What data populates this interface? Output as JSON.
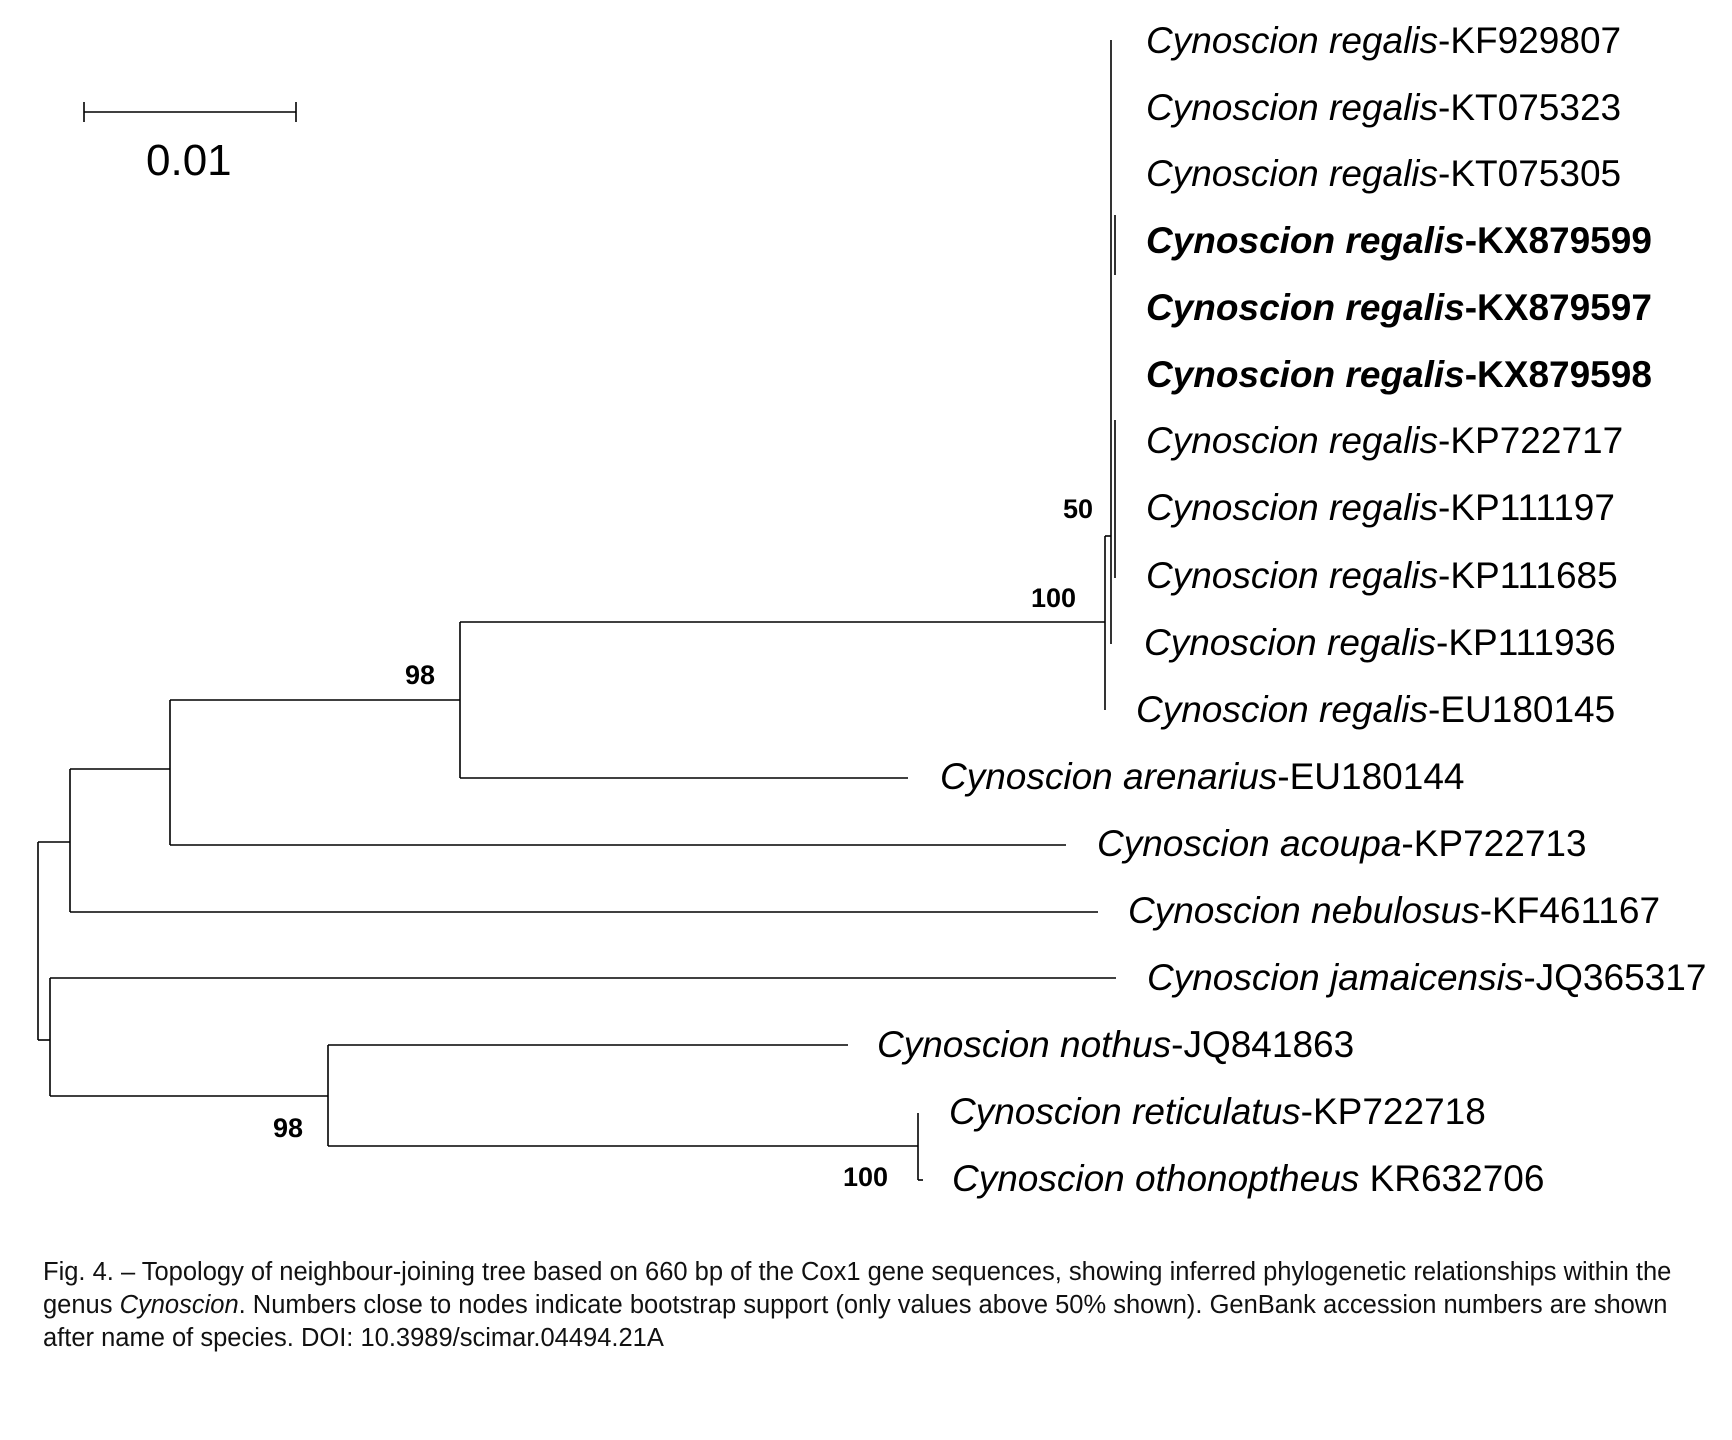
{
  "scale_bar": {
    "label": "0.01"
  },
  "taxa": [
    {
      "id": "t1",
      "species": "Cynoscion regalis",
      "sep": "-",
      "accession": "KF929807",
      "bold": false
    },
    {
      "id": "t2",
      "species": "Cynoscion regalis",
      "sep": "-",
      "accession": "KT075323",
      "bold": false
    },
    {
      "id": "t3",
      "species": "Cynoscion regalis",
      "sep": "-",
      "accession": "KT075305",
      "bold": false
    },
    {
      "id": "t4",
      "species": "Cynoscion regalis",
      "sep": "-",
      "accession": "KX879599",
      "bold": true
    },
    {
      "id": "t5",
      "species": "Cynoscion regalis",
      "sep": "-",
      "accession": "KX879597",
      "bold": true
    },
    {
      "id": "t6",
      "species": "Cynoscion regalis",
      "sep": "-",
      "accession": "KX879598",
      "bold": true
    },
    {
      "id": "t7",
      "species": "Cynoscion regalis",
      "sep": "-",
      "accession": "KP722717",
      "bold": false
    },
    {
      "id": "t8",
      "species": "Cynoscion regalis",
      "sep": "-",
      "accession": "KP111197",
      "bold": false
    },
    {
      "id": "t9",
      "species": "Cynoscion regalis",
      "sep": "-",
      "accession": "KP111685",
      "bold": false
    },
    {
      "id": "t10",
      "species": "Cynoscion regalis",
      "sep": "-",
      "accession": "KP111936",
      "bold": false
    },
    {
      "id": "t11",
      "species": "Cynoscion regalis",
      "sep": "-",
      "accession": "EU180145",
      "bold": false
    },
    {
      "id": "t12",
      "species": "Cynoscion arenarius",
      "sep": "-",
      "accession": "EU180144",
      "bold": false
    },
    {
      "id": "t13",
      "species": "Cynoscion acoupa",
      "sep": "-",
      "accession": "KP722713",
      "bold": false
    },
    {
      "id": "t14",
      "species": "Cynoscion nebulosus",
      "sep": "-",
      "accession": "KF461167",
      "bold": false
    },
    {
      "id": "t15",
      "species": "Cynoscion jamaicensis",
      "sep": "-",
      "accession": "JQ365317",
      "bold": false
    },
    {
      "id": "t16",
      "species": "Cynoscion nothus",
      "sep": "-",
      "accession": "JQ841863",
      "bold": false
    },
    {
      "id": "t17",
      "species": "Cynoscion reticulatus",
      "sep": "-",
      "accession": "KP722718",
      "bold": false
    },
    {
      "id": "t18",
      "species": "Cynoscion othonoptheus",
      "sep": " ",
      "accession": "KR632706",
      "bold": false
    }
  ],
  "bootstrap": [
    {
      "node": "regalis-inner",
      "value": "50"
    },
    {
      "node": "regalis-clade",
      "value": "100"
    },
    {
      "node": "regalis-arenarius",
      "value": "98"
    },
    {
      "node": "nothus-group",
      "value": "98"
    },
    {
      "node": "reticulatus-othonoptheus",
      "value": "100"
    }
  ],
  "caption": {
    "part1": "Fig. 4. – Topology of neighbour-joining tree based on 660 bp of the Cox1 gene sequences, showing inferred phylogenetic relationships within the genus ",
    "genus": "Cynoscion",
    "part2": ". Numbers close to nodes indicate bootstrap support (only values above 50% shown). GenBank accession numbers are shown after name of species. DOI: 10.3989/scimar.04494.21A"
  }
}
